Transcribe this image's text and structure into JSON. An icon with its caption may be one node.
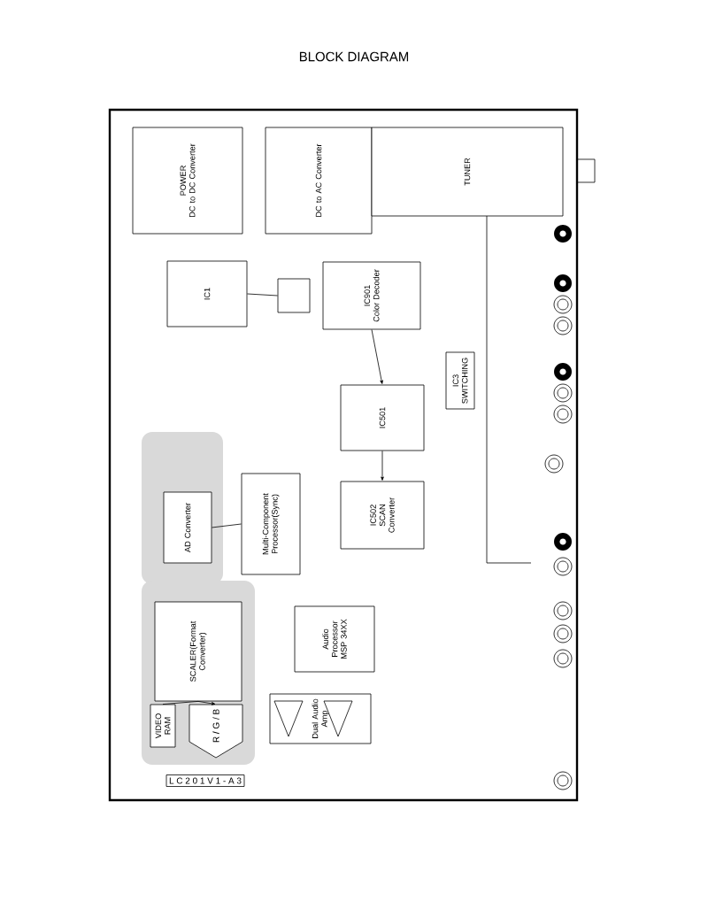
{
  "diagram": {
    "title": "BLOCK DIAGRAM",
    "nodes": [
      {
        "text": [
          "POWER",
          "DC to DC Converter"
        ]
      },
      {
        "text": [
          "DC to AC Converter"
        ]
      },
      {
        "text": [
          "TUNER"
        ]
      },
      {
        "text": [
          "IC1"
        ]
      },
      {
        "text": [],
        "shape": "box"
      },
      {
        "text": [
          "IC901",
          "Color Decoder"
        ]
      },
      {
        "text": [
          "IC501"
        ]
      },
      {
        "text": [
          "IC3",
          "SWITCHING"
        ]
      },
      {
        "text": [
          "IC502",
          "SCAN Converter"
        ]
      },
      {
        "text": [
          "AD Converter"
        ]
      },
      {
        "text": [
          "Multi-Component Processor(Sync)"
        ]
      },
      {
        "text": [
          "SCALER(Format Converter)"
        ]
      },
      {
        "text": [
          "VIDEO RAM"
        ]
      },
      {
        "text": [
          "R / G / B"
        ]
      },
      {
        "text": [
          "Audio Processor",
          "MSP 34XX"
        ]
      },
      {
        "text": [
          "Dual Audio Amp"
        ]
      }
    ],
    "edges": [
      {
        "from": 5,
        "to": 6,
        "arrow": "to"
      },
      {
        "from": 6,
        "to": 8,
        "arrow": "to"
      },
      {
        "from": 9,
        "to": 10,
        "arrow": "none"
      },
      {
        "from": 12,
        "to": 11,
        "arrow": "none"
      },
      {
        "from": 11,
        "to": 13,
        "arrow": "to"
      },
      {
        "from": 3,
        "to": 4,
        "arrow": "none"
      }
    ],
    "labels": [
      "L C 2 0 1 V 1 - A 3"
    ]
  }
}
